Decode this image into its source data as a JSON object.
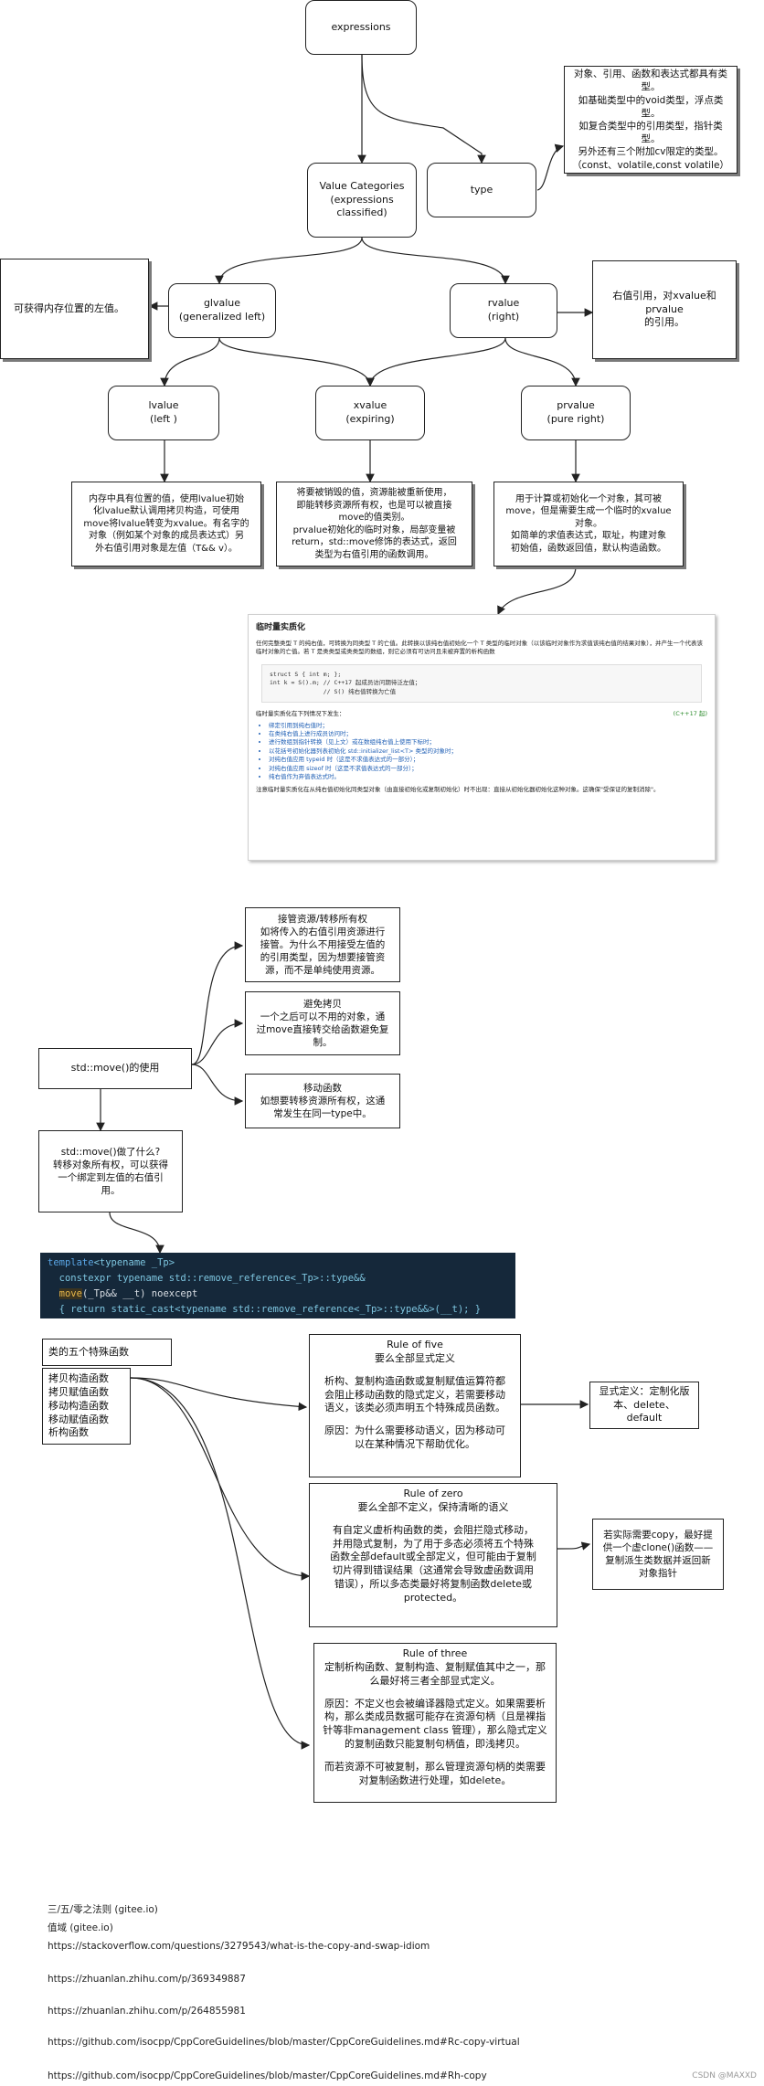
{
  "nodes": {
    "expressions": "expressions",
    "value_categories": "Value Categories\n(expressions\nclassified)",
    "type": "type",
    "type_note": "对象、引用、函数和表达式都具有类\n型。\n如基础类型中的void类型，浮点类型。\n如复合类型中的引用类型，指针类型。\n另外还有三个附加cv限定的类型。\n（const、volatile,const volatile）",
    "glvalue": "glvalue\n(generalized left)",
    "glvalue_note": "可获得内存位置的左值。",
    "rvalue": "rvalue\n(right)",
    "rvalue_note": "右值引用，对xvalue和prvalue\n的引用。",
    "lvalue": "lvalue\n(left )",
    "xvalue": "xvalue\n(expiring)",
    "prvalue": "prvalue\n(pure right)",
    "lvalue_note": "内存中具有位置的值，使用lvalue初始\n化lvalue默认调用拷贝构造，可使用\nmove将lvalue转变为xvalue。有名字的\n对象（例如某个对象的成员表达式）另\n外右值引用对象是左值（T&& v）。",
    "xvalue_note": "将要被销毁的值，资源能被重新使用，\n即能转移资源所有权，也是可以被直接\nmove的值类别。\nprvalue初始化的临时对象，局部变量被\nreturn，std::move修饰的表达式，返回\n类型为右值引用的函数调用。",
    "prvalue_note": "用于计算或初始化一个对象，其可被\nmove，但是需要生成一个临时的xvalue\n对象。\n如简单的求值表达式，取址，构建对象\n初始值，函数返回值，默认构造函数。",
    "move_usage": "std::move()的使用",
    "move_take": "接管资源/转移所有权\n如将传入的右值引用资源进行\n接管。为什么不用接受左值的\n的引用类型，因为想要接管资\n源，而不是单纯使用资源。",
    "move_avoid": "避免拷贝\n一个之后可以不用的对象，通\n过move直接转交给函数避免复\n制。",
    "move_ctor": "移动函数\n如想要转移资源所有权，这通\n常发生在同一type中。",
    "move_what": "std::move()做了什么?\n转移对象所有权，可以获得\n一个绑定到左值的右值引\n用。",
    "special_title": "类的五个特殊函数",
    "special_list": "拷贝构造函数\n拷贝赋值函数\n移动构造函数\n移动赋值函数\n析构函数",
    "rule5_title": "Rule of five\n要么全部显式定义",
    "rule5_p1": "析构、复制构造函数或复制赋值运算符都\n会阻止移动函数的隐式定义，若需要移动\n语义，该类必须声明五个特殊成员函数。",
    "rule5_p2": "原因：为什么需要移动语义，因为移动可\n以在某种情况下帮助优化。",
    "explicit_note": "显式定义：定制化版\n本、delete、default",
    "rule0_title": "Rule of zero\n要么全部不定义，保持清晰的语义",
    "rule0_p1": "有自定义虚析构函数的类，会阻拦隐式移动，\n并用隐式复制，为了用于多态必须将五个特殊\n函数全部default或全部定义，但可能由于复制\n切片得到错误结果（这通常会导致虚函数调用\n错误），所以多态类最好将复制函数delete或\nprotected。",
    "clone_note": "若实际需要copy，最好提\n供一个虚clone()函数——\n复制派生类数据并返回新\n对象指针",
    "rule3_title": "Rule of three\n定制析构函数、复制构造、复制赋值其中之一，那\n么最好将三者全部显式定义。",
    "rule3_p1": "原因：不定义也会被编译器隐式定义。如果需要析\n构，那么类成员数据可能存在资源句柄（且是裸指\n针等非management class 管理），那么隐式定义\n的复制函数只能复制句柄值，即浅拷贝。",
    "rule3_p2": "而若资源不可被复制，那么管理资源句柄的类需要\n对复制函数进行处理，如delete。"
  },
  "reference": {
    "title": "临时量实质化",
    "intro": "任何完整类型 T 的纯右值，可转换为同类型 T 的亡值。此转换以该纯右值初始化一个 T 类型的临时对象（以该临时对象作为求值该纯右值的结果对象），并产生一个代表该临时对象的亡值。若 T 是类类型或类类型的数组，则它必须有可访问且未被弃置的析构函数",
    "code_line1": "struct S { int m; };",
    "code_line2": "int k = S().m; // C++17 起成员访问期待泛左值；",
    "code_line3": "               // S() 纯右值转换为亡值",
    "lead": "临时量实质化在下列情况下发生：",
    "since": "(C++17 起)",
    "items": [
      "绑定引用到纯右值时；",
      "在类纯右值上进行成员访问时；",
      "进行数组到指针转换（见上文）或在数组纯右值上使用下标时；",
      "以花括号初始化器列表初始化 std::initializer_list<T> 类型的对象时；",
      "对纯右值应用 typeid 时（这是不求值表达式的一部分）；",
      "对纯右值应用 sizeof 时（这是不求值表达式的一部分）；",
      "纯右值作为弃值表达式时。"
    ],
    "footer": "注意临时量实质化在从纯右值初始化同类型对象（由直接初始化或复制初始化）时不出现：直接从初始化器初始化这种对象。这确保\"受保证的复制消除\"。"
  },
  "code": {
    "l1_kw": "template",
    "l1_rest": "<typename _Tp>",
    "l2": "constexpr typename std::remove_reference<_Tp>::type&&",
    "l3_fn": "move",
    "l3_rest": "(_Tp&& __t) noexcept",
    "l4": "{ return static_cast<typename std::remove_reference<_Tp>::type&&>(__t); }"
  },
  "links": [
    "三/五/零之法则 (gitee.io)",
    "值域 (gitee.io)",
    "https://stackoverflow.com/questions/3279543/what-is-the-copy-and-swap-idiom",
    "https://zhuanlan.zhihu.com/p/369349887",
    "https://zhuanlan.zhihu.com/p/264855981",
    "https://github.com/isocpp/CppCoreGuidelines/blob/master/CppCoreGuidelines.md#Rc-copy-virtual",
    "https://github.com/isocpp/CppCoreGuidelines/blob/master/CppCoreGuidelines.md#Rh-copy"
  ],
  "footer": "CSDN @MAXXD"
}
